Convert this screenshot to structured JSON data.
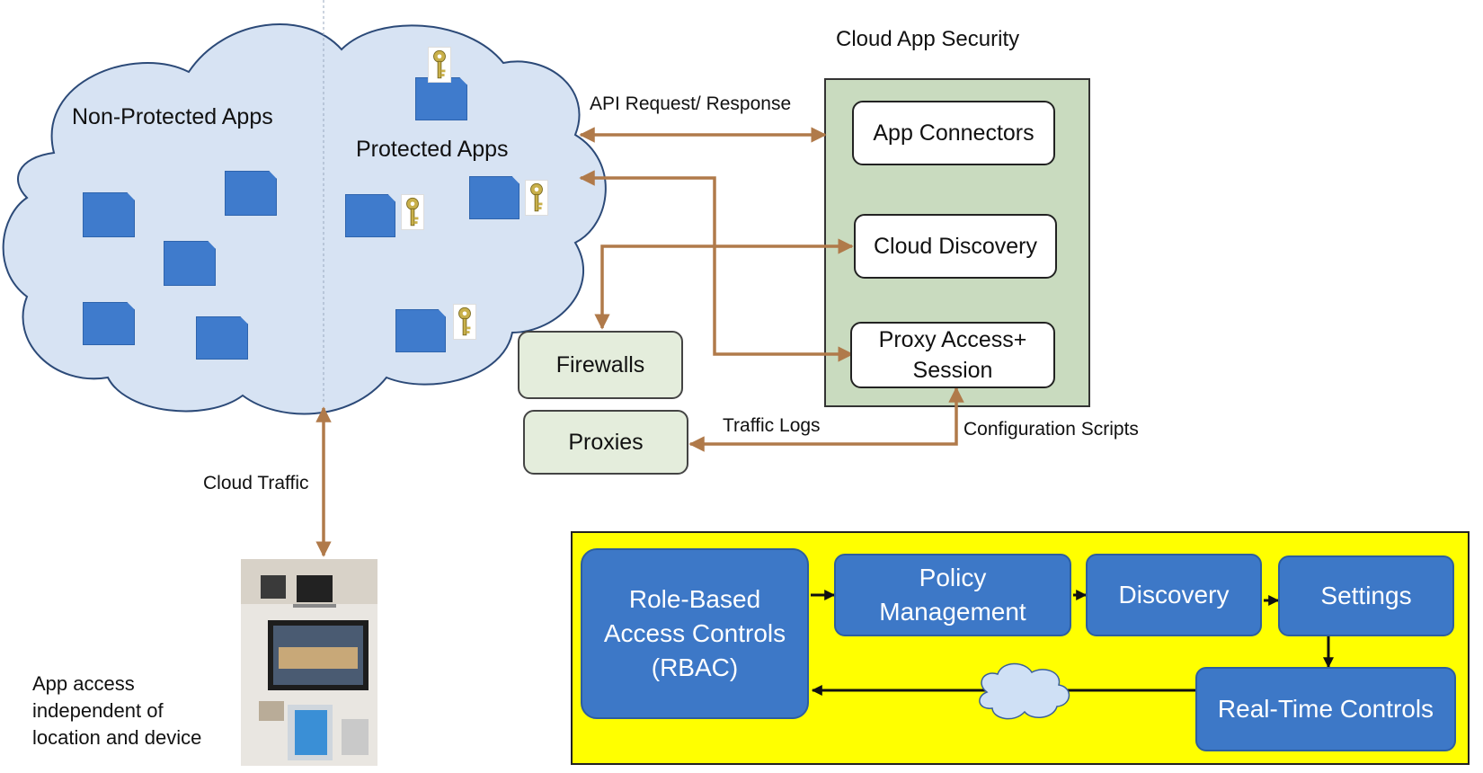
{
  "cloud": {
    "left_label": "Non-Protected Apps",
    "right_label": "Protected Apps"
  },
  "cas": {
    "title": "Cloud App Security",
    "app_connectors": "App Connectors",
    "cloud_discovery": "Cloud Discovery",
    "proxy_access_line1": "Proxy Access+",
    "proxy_access_line2": "Session"
  },
  "edge": {
    "api": "API Request/ Response",
    "traffic_logs": "Traffic Logs",
    "config_scripts": "Configuration Scripts",
    "cloud_traffic": "Cloud Traffic"
  },
  "network": {
    "firewalls": "Firewalls",
    "proxies": "Proxies"
  },
  "device": {
    "caption_line1": "App access",
    "caption_line2": "independent of",
    "caption_line3": "location and device"
  },
  "workflow": {
    "rbac_line1": "Role-Based",
    "rbac_line2": "Access Controls",
    "rbac_line3": "(RBAC)",
    "policy_line1": "Policy",
    "policy_line2": "Management",
    "discovery": "Discovery",
    "settings": "Settings",
    "realtime": "Real-Time Controls"
  },
  "colors": {
    "arrow": "#b07a4a",
    "cloud_fill": "#d7e3f3",
    "cas_panel": "#c9dbbf",
    "workflow_panel": "#ffff00",
    "app_blue": "#3f7bcc"
  }
}
